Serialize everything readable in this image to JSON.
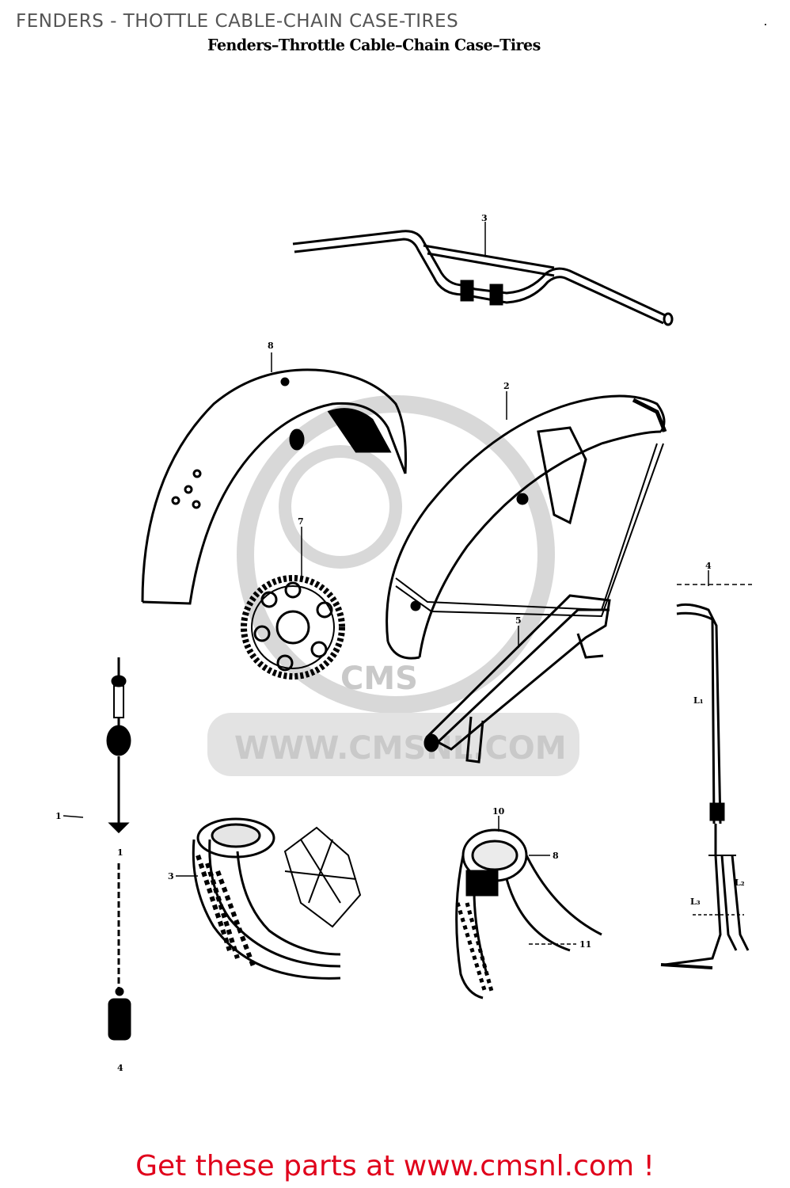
{
  "header": {
    "title": "FENDERS - THOTTLE CABLE-CHAIN CASE-TIRES",
    "scan_title": "Fenders–Throttle Cable–Chain Case–Tires"
  },
  "diagram": {
    "callouts": {
      "handlebar": "3",
      "front_fender": "8",
      "rear_fender": "2",
      "sprocket": "7",
      "throttle_cable": "4",
      "chain_case": "5",
      "speedo_cable": "1",
      "speedo_cable_sub": "1",
      "front_tire": "3",
      "rear_tire_top": "10",
      "rear_tire_side": "8",
      "rear_tire_bottom": "11",
      "speedo_end": "4",
      "cable_len_l1": "L₁",
      "cable_len_l2": "L₂",
      "cable_len_l3": "L₃"
    },
    "watermark": {
      "brand": "CMS",
      "url": "WWW.CMSNL.COM"
    }
  },
  "footer": {
    "link_text": "Get these parts at www.cmsnl.com !"
  },
  "colors": {
    "footer_link": "#e0001b",
    "watermark": "#c9c9c9",
    "title": "#555555"
  }
}
